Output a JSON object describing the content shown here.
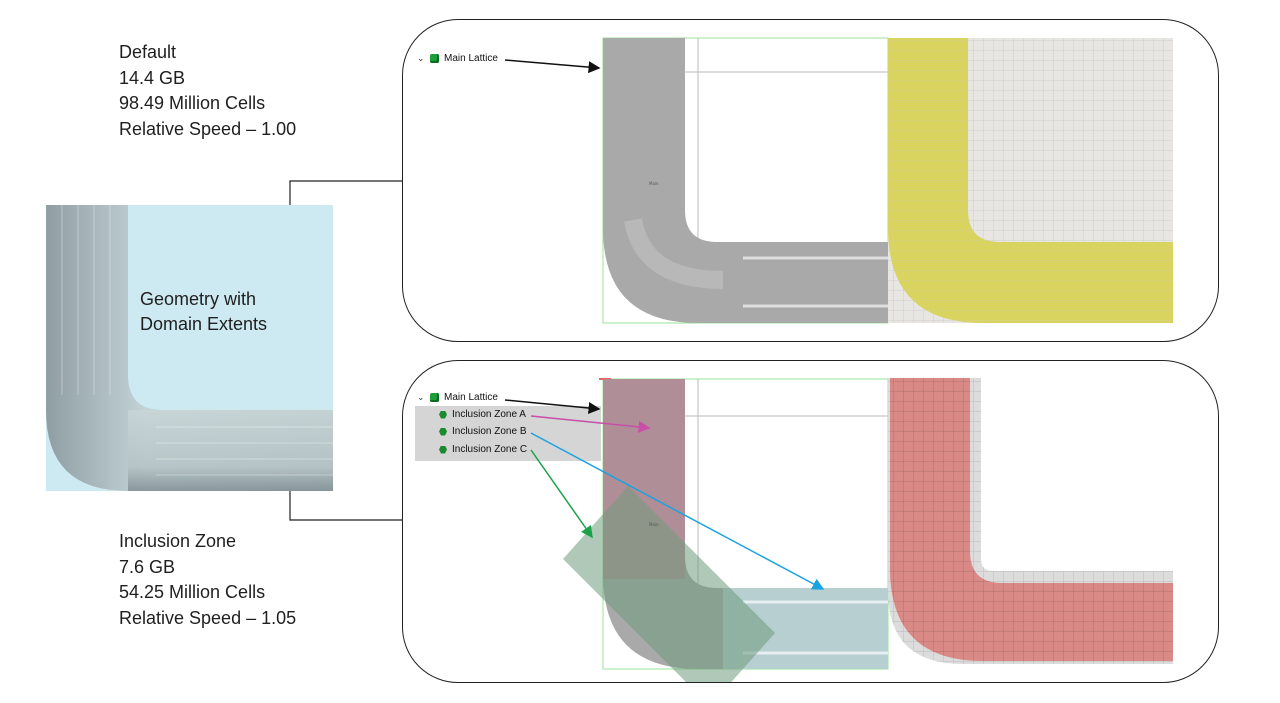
{
  "stats_default": {
    "name": "Default",
    "memory": "14.4 GB",
    "cells": "98.49 Million Cells",
    "speed": "Relative Speed – 1.00"
  },
  "stats_inclusion": {
    "name": "Inclusion Zone",
    "memory": "7.6 GB",
    "cells": "54.25 Million Cells",
    "speed": "Relative Speed – 1.05"
  },
  "geometry": {
    "caption_line1": "Geometry with",
    "caption_line2": "Domain Extents"
  },
  "top_panel": {
    "tree_root": "Main Lattice"
  },
  "bottom_panel": {
    "tree_root": "Main Lattice",
    "zones": [
      "Inclusion Zone A",
      "Inclusion Zone B",
      "Inclusion Zone C"
    ]
  },
  "colors": {
    "domain_background": "#cde9f1",
    "pipe_gray": "#a9a9a9",
    "lattice_yellow": "#d9d460",
    "lattice_red": "#d98a86",
    "zone_a_arrow": "#c84fa8",
    "zone_b_arrow": "#1aa3e0",
    "zone_c_arrow": "#19a24a"
  },
  "icons": {
    "tree_expand": "chevron-down-icon",
    "lattice": "cube-icon",
    "zone": "hexagon-icon"
  }
}
